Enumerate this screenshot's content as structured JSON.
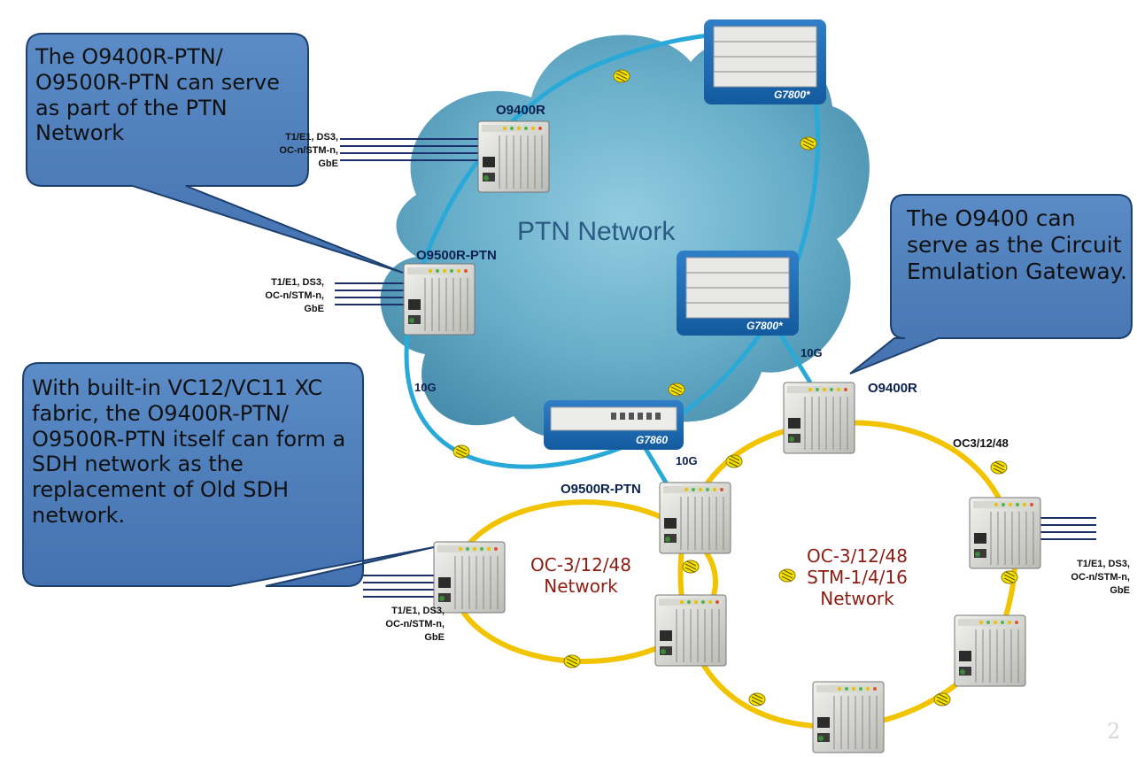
{
  "colors": {
    "cloud": "#5fa9c6",
    "callout_fill": "#4f81bd",
    "blue_ring": "#29a9d8",
    "yellow_ring": "#f2c400",
    "label_dark": "#0d2150",
    "ring_label": "#8b1d12"
  },
  "callouts": {
    "ptn_member": "The O9400R-PTN/ O9500R-PTN  can serve as part of the PTN Network",
    "gateway": "The O9400 can serve as the Circuit Emulation Gateway.",
    "sdh": "With built-in VC12/VC11 XC fabric, the O9400R-PTN/ O9500R-PTN itself can form a SDH network as the replacement of Old SDH network."
  },
  "cloud_label": "PTN Network",
  "devices": {
    "o9400r_top": "O9400R",
    "o9500r_ptn_left": "O9500R-PTN",
    "g7800_top": "G7800*",
    "g7800_mid": "G7800*",
    "g7860": "G7860",
    "o9400r_right": "O9400R",
    "o9500r_ptn_mid": "O9500R-PTN"
  },
  "link_labels": {
    "g7800_to_o9400r": "10G",
    "left_ring": "10G",
    "g7860_down": "10G",
    "yellow_right": "OC3/12/48"
  },
  "interfaces": {
    "lines": [
      "T1/E1, DS3,",
      "OC-n/STM-n,",
      "GbE"
    ]
  },
  "rings": {
    "left_line1": "OC-3/12/48",
    "left_line2": "Network",
    "right_line1": "OC-3/12/48",
    "right_line2": "STM-1/4/16",
    "right_line3": "Network"
  },
  "icons": {
    "device_icon": "network-chassis-icon",
    "link_marker": "fiber-connector-icon"
  },
  "page_number": "2"
}
